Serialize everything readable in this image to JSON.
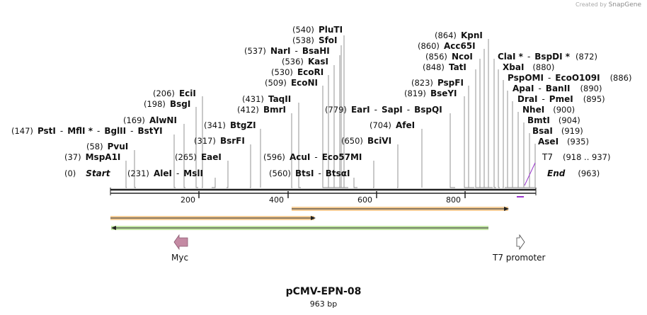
{
  "credit": {
    "prefix": "Created by",
    "brand": "SnapGene"
  },
  "plasmid": {
    "name": "pCMV-EPN-08",
    "size_label": "963 bp",
    "length": 963
  },
  "ticks": [
    200,
    400,
    600,
    800
  ],
  "sites": [
    {
      "pos": "(540)",
      "names": [
        "PluTI"
      ],
      "bp": 540
    },
    {
      "pos": "(538)",
      "names": [
        "SfoI"
      ],
      "bp": 538
    },
    {
      "pos": "(537)",
      "names": [
        "NarI",
        "BsaHI"
      ],
      "bp": 537
    },
    {
      "pos": "(536)",
      "names": [
        "KasI"
      ],
      "bp": 536
    },
    {
      "pos": "(530)",
      "names": [
        "EcoRI"
      ],
      "bp": 530
    },
    {
      "pos": "(509)",
      "names": [
        "EcoNI"
      ],
      "bp": 509
    },
    {
      "pos": "(431)",
      "names": [
        "TaqII"
      ],
      "bp": 431
    },
    {
      "pos": "(412)",
      "names": [
        "BmrI"
      ],
      "bp": 412
    },
    {
      "pos": "(779)",
      "names": [
        "EarI",
        "SapI",
        "BspQI"
      ],
      "bp": 779
    },
    {
      "pos": "(206)",
      "names": [
        "EciI"
      ],
      "bp": 206
    },
    {
      "pos": "(198)",
      "names": [
        "BsgI"
      ],
      "bp": 198
    },
    {
      "pos": "(169)",
      "names": [
        "AlwNI"
      ],
      "bp": 169
    },
    {
      "pos": "(147)",
      "names": [
        "PstI",
        "MflI *",
        "BglII",
        "BstYI"
      ],
      "bp": 147
    },
    {
      "pos": "(58)",
      "names": [
        "PvuI"
      ],
      "bp": 58
    },
    {
      "pos": "(37)",
      "names": [
        "MspA1I"
      ],
      "bp": 37
    },
    {
      "pos": "(231)",
      "names": [
        "AleI",
        "MslI"
      ],
      "bp": 231
    },
    {
      "pos": "(341)",
      "names": [
        "BtgZI"
      ],
      "bp": 341
    },
    {
      "pos": "(317)",
      "names": [
        "BsrFI"
      ],
      "bp": 317
    },
    {
      "pos": "(265)",
      "names": [
        "EaeI"
      ],
      "bp": 265
    },
    {
      "pos": "(596)",
      "names": [
        "AcuI",
        "Eco57MI"
      ],
      "bp": 596
    },
    {
      "pos": "(560)",
      "names": [
        "BtsI",
        "BtsαI"
      ],
      "bp": 560
    },
    {
      "pos": "(650)",
      "names": [
        "BciVI"
      ],
      "bp": 650
    },
    {
      "pos": "(704)",
      "names": [
        "AfeI"
      ],
      "bp": 704
    },
    {
      "pos": "(823)",
      "names": [
        "PspFI"
      ],
      "bp": 823
    },
    {
      "pos": "(819)",
      "names": [
        "BseYI"
      ],
      "bp": 819
    },
    {
      "pos": "(864)",
      "names": [
        "KpnI"
      ],
      "bp": 864
    },
    {
      "pos": "(860)",
      "names": [
        "Acc65I"
      ],
      "bp": 860
    },
    {
      "pos": "(856)",
      "names": [
        "NcoI"
      ],
      "bp": 856
    },
    {
      "pos": "(848)",
      "names": [
        "TatI"
      ],
      "bp": 848
    },
    {
      "pos": "(872)",
      "names": [
        "ClaI *",
        "BspDI *"
      ],
      "bp": 872
    },
    {
      "pos": "(880)",
      "names": [
        "XbaI"
      ],
      "bp": 880
    },
    {
      "pos": "(886)",
      "names": [
        "PspOMI",
        "EcoO109I"
      ],
      "bp": 886
    },
    {
      "pos": "(890)",
      "names": [
        "ApaI",
        "BanII"
      ],
      "bp": 890
    },
    {
      "pos": "(895)",
      "names": [
        "DraI",
        "PmeI"
      ],
      "bp": 895
    },
    {
      "pos": "(900)",
      "names": [
        "NheI"
      ],
      "bp": 900
    },
    {
      "pos": "(904)",
      "names": [
        "BmtI"
      ],
      "bp": 904
    },
    {
      "pos": "(919)",
      "names": [
        "BsaI"
      ],
      "bp": 919
    },
    {
      "pos": "(935)",
      "names": [
        "AseI"
      ],
      "bp": 935
    }
  ],
  "ends": {
    "start_pos": "(0)",
    "start": "Start",
    "end": "End",
    "end_pos": "(963)"
  },
  "primer": {
    "name": "T7",
    "range": "(918 .. 937)",
    "color": "#9933cc"
  },
  "features": [
    {
      "name": "Myc",
      "direction": "left",
      "color": "#c48aa3"
    },
    {
      "name": "T7 promoter",
      "direction": "right",
      "color": "#ffffff"
    }
  ],
  "orfs": [
    {
      "from": 1,
      "to": 463,
      "direction": "right",
      "color": "#f0a848"
    },
    {
      "from": 412,
      "to": 902,
      "direction": "right",
      "color": "#f0a848"
    },
    {
      "from": 1,
      "to": 856,
      "direction": "left",
      "color": "#8ccf5a"
    }
  ]
}
